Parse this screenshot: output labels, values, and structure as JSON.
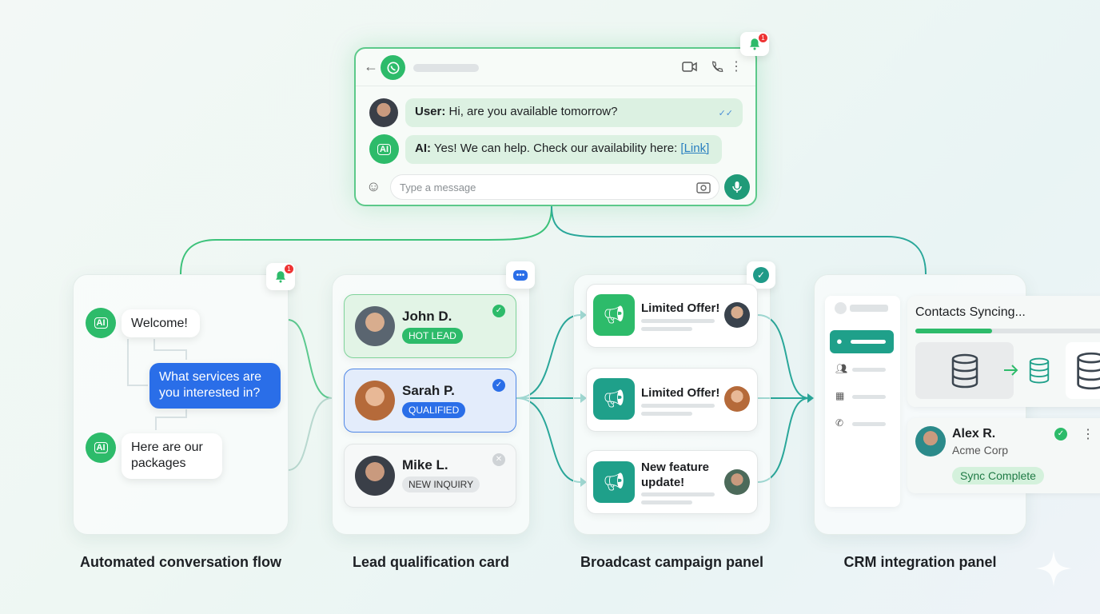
{
  "chat_window": {
    "messages": [
      {
        "sender": "User:",
        "text": " Hi, are you available tomorrow?"
      },
      {
        "sender": "AI:",
        "text": " Yes! We can help. Check our availability here: ",
        "link": "[Link]"
      }
    ],
    "input_placeholder": "Type a message",
    "notification_count": "1"
  },
  "conversation_flow": {
    "caption": "Automated conversation flow",
    "notification_count": "1",
    "bubbles": [
      "Welcome!",
      "What services are you interested in?",
      "Here are our packages"
    ],
    "ai_icon_label": "AI"
  },
  "lead_qualification": {
    "caption": "Lead qualification card",
    "leads": [
      {
        "name": "John D.",
        "status": "HOT LEAD"
      },
      {
        "name": "Sarah P.",
        "status": "QUALIFIED"
      },
      {
        "name": "Mike L.",
        "status": "NEW INQUIRY"
      }
    ]
  },
  "broadcast": {
    "caption": "Broadcast campaign panel",
    "campaigns": [
      "Limited Offer!",
      "Limited Offer!",
      "New feature update!"
    ]
  },
  "crm": {
    "caption": "CRM integration panel",
    "sync_title": "Contacts Syncing...",
    "sync_progress": 0.4,
    "contact": {
      "name": "Alex R.",
      "company": "Acme Corp",
      "status": "Sync Complete"
    }
  },
  "colors": {
    "green": "#2dbb6a",
    "teal": "#1fa08a",
    "blue": "#2a6ee8",
    "line": "#2aa79a"
  }
}
